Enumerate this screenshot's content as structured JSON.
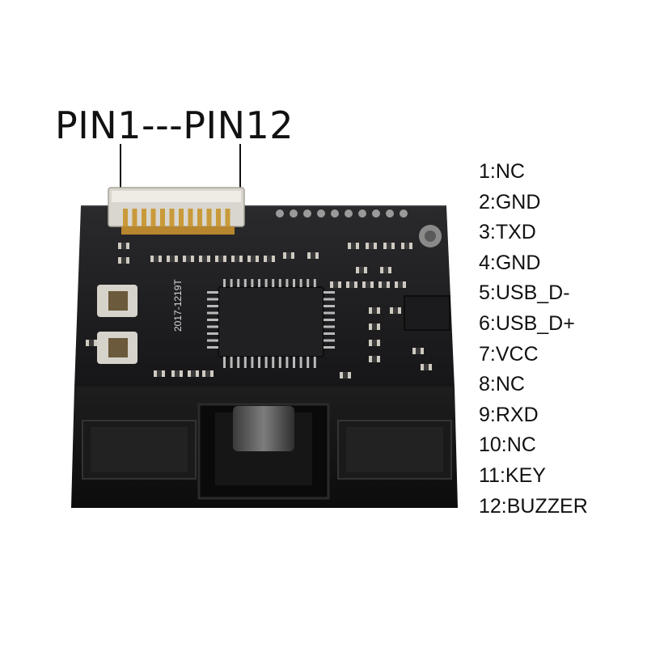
{
  "title": "PIN1---PIN12",
  "board_markings": {
    "date_code": "2017-1219T"
  },
  "pins": [
    "1:NC",
    "2:GND",
    "3:TXD",
    "4:GND",
    "5:USB_D-",
    "6:USB_D+",
    "7:VCC",
    "8:NC",
    "9:RXD",
    "10:NC",
    "11:KEY",
    "12:BUZZER"
  ],
  "colors": {
    "background": "#ffffff",
    "pcb": "#1c1c1e",
    "housing": "#151515",
    "connector": "#d9d6cf",
    "gold_pins": "#c99a3a",
    "text": "#111111"
  }
}
